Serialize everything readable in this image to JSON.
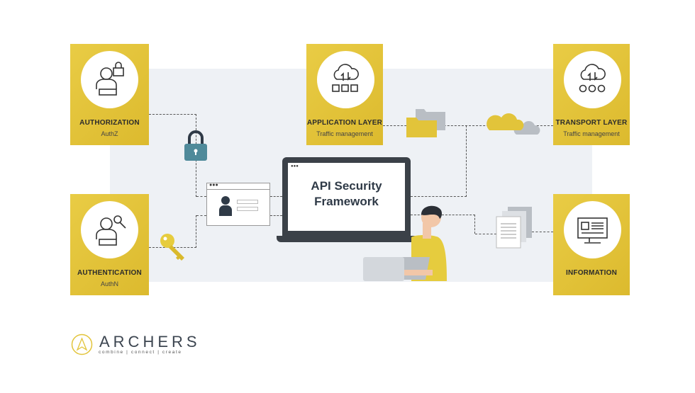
{
  "boxes": {
    "authorization": {
      "title": "AUTHORIZATION",
      "subtitle": "AuthZ"
    },
    "authentication": {
      "title": "AUTHENTICATION",
      "subtitle": "AuthN"
    },
    "application": {
      "title": "APPLICATION LAYER",
      "subtitle": "Traffic management"
    },
    "transport": {
      "title": "TRANSPORT LAYER",
      "subtitle": "Traffic management"
    },
    "information": {
      "title": "INFORMATION"
    }
  },
  "center": {
    "line1": "API Security",
    "line2": "Framework"
  },
  "logo": {
    "name": "ARCHERS",
    "tagline": "combine | connect | create"
  },
  "colors": {
    "accent": "#e2c43a",
    "panel": "#eef1f5",
    "dark": "#3b4148",
    "lock": "#4f8a9a"
  }
}
